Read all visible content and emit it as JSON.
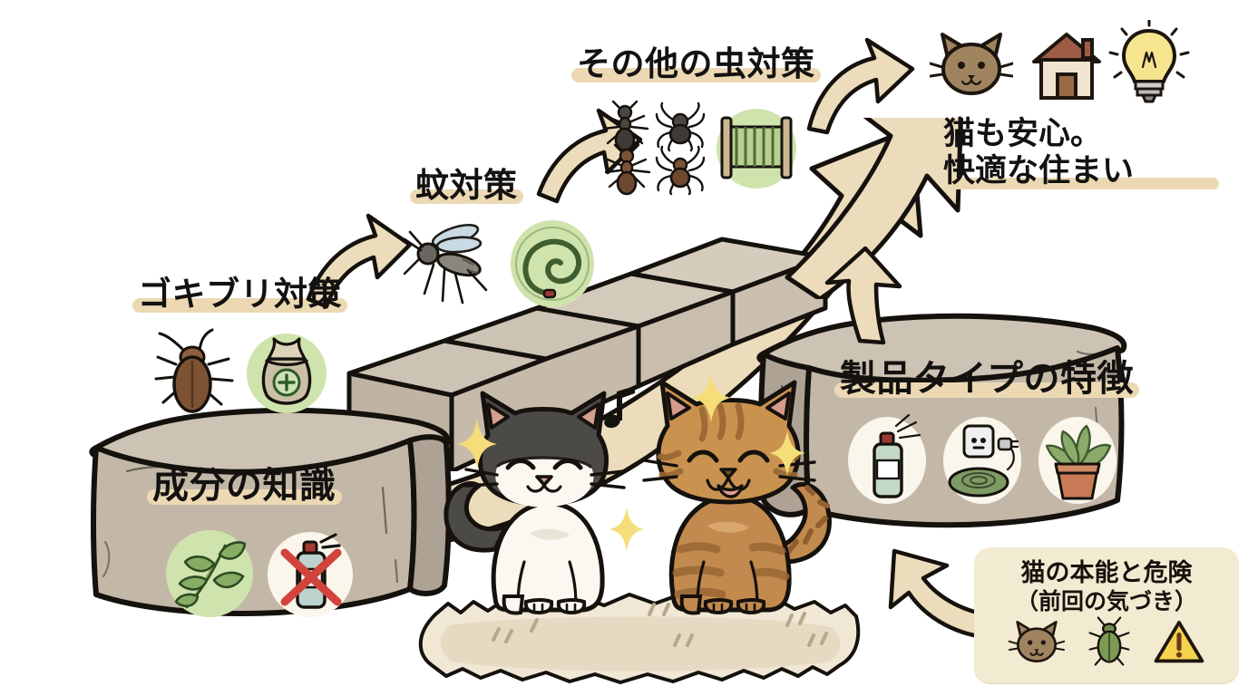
{
  "page": {
    "background_color": "#ffffff",
    "style": "hand-drawn japanese infographic illustration",
    "line_color": "#15110d",
    "highlight_band_color": "#ecd9b4",
    "stone_color": "#c3b8a8",
    "accent_green": "#cfe3ad",
    "arrow_color": "#ecdcbb"
  },
  "steps": [
    {
      "id": "step-1",
      "label": "ゴキブリ対策",
      "icons": [
        "cockroach-icon",
        "bait-bag-icon"
      ]
    },
    {
      "id": "step-2",
      "label": "蚊対策",
      "icons": [
        "mosquito-icon",
        "mosquito-coil-icon"
      ]
    },
    {
      "id": "step-3",
      "label": "その他の虫対策",
      "icons": [
        "ant-icon",
        "spider-icon",
        "ant-icon",
        "tick-icon",
        "window-screen-icon"
      ]
    }
  ],
  "goal": {
    "line1": "猫も安心。",
    "line2": "快適な住まい",
    "icons": [
      "cat-face-icon",
      "house-icon",
      "lightbulb-icon"
    ]
  },
  "blocks": [
    {
      "id": "foundation-left",
      "title": "成分の知識",
      "icons": [
        "herb-leaf-icon",
        "no-spray-icon"
      ]
    },
    {
      "id": "foundation-right",
      "title": "製品タイプの特徴",
      "icons": [
        "aerosol-spray-icon",
        "electric-mat-icon",
        "potted-plant-icon"
      ]
    }
  ],
  "risk_card": {
    "line1": "猫の本能と危険",
    "line2": "（前回の気づき）",
    "icons": [
      "cat-face-icon",
      "beetle-icon",
      "warning-triangle-icon"
    ]
  },
  "cats": [
    {
      "id": "cat-tuxedo",
      "name": "black-and-white-cat",
      "expression": "happy-closed-eyes"
    },
    {
      "id": "cat-tabby",
      "name": "orange-tabby-cat",
      "expression": "smiling-open-mouth"
    }
  ],
  "decorations": [
    "music-note-icon",
    "sparkle-icon",
    "sparkle-icon",
    "sparkle-icon",
    "sparkle-icon",
    "rug"
  ],
  "arrows": [
    {
      "id": "arrow-1",
      "from": "step-1",
      "to": "step-2",
      "direction": "up-right"
    },
    {
      "id": "arrow-2",
      "from": "step-2",
      "to": "step-3",
      "direction": "up-right"
    },
    {
      "id": "arrow-3",
      "from": "step-3",
      "to": "goal",
      "direction": "up-right"
    },
    {
      "id": "arrow-big",
      "from": "foundation",
      "to": "goal",
      "direction": "sweeping-up-right"
    },
    {
      "id": "arrow-block-up",
      "from": "foundation-right",
      "to": "staircase",
      "direction": "up"
    },
    {
      "id": "arrow-card-up",
      "from": "risk_card",
      "to": "foundation-right",
      "direction": "up-left"
    }
  ]
}
